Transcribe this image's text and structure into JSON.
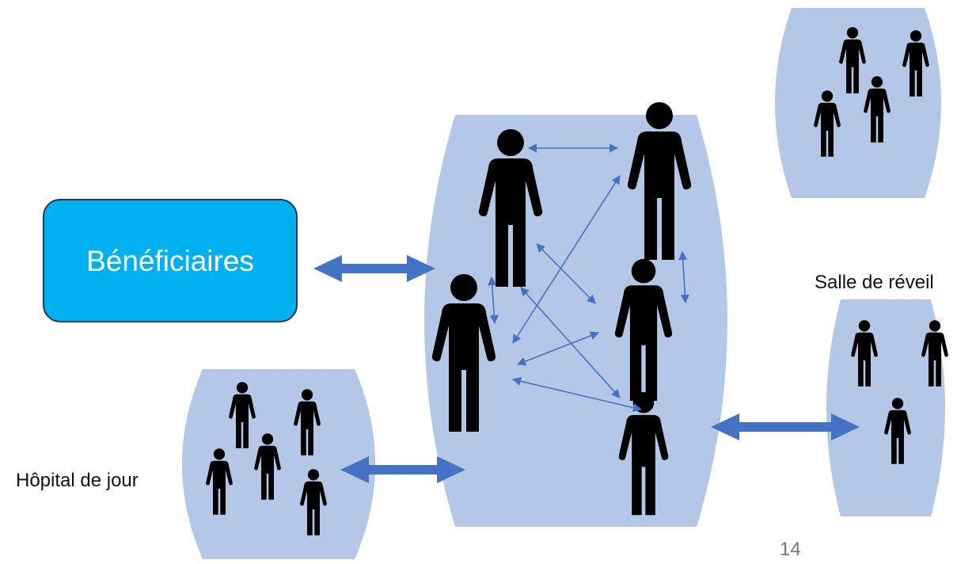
{
  "diagram": {
    "beneficiaires_label": "Bénéficiaires",
    "hopital_label": "Hôpital de jour",
    "salle_label": "Salle de réveil",
    "slide_number": "14"
  },
  "colors": {
    "group_fill": "#b4c7e7",
    "arrow": "#4472c4",
    "box_fill": "#00b0f0",
    "box_border": "#1f3b57",
    "person": "#000000"
  },
  "icons": {
    "person": "person-icon",
    "arrow": "double-arrow"
  }
}
